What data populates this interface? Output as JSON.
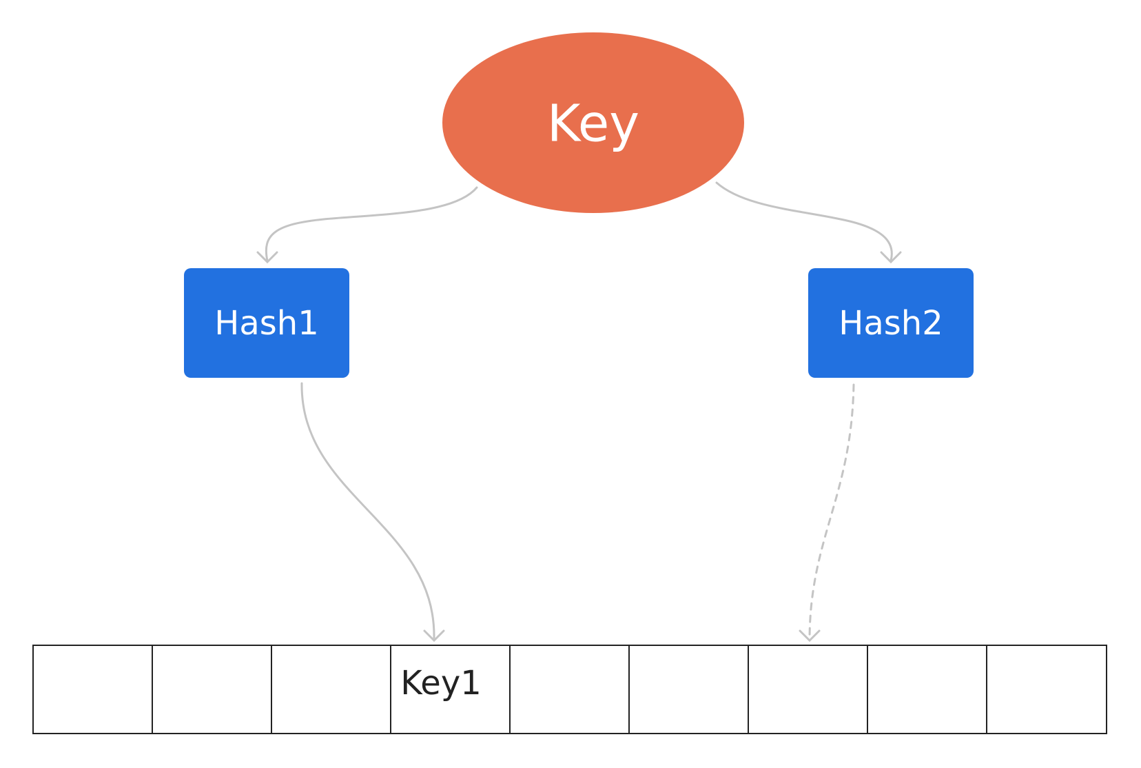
{
  "diagram": {
    "root": {
      "label": "Key",
      "color": "#e86f4d",
      "text_color": "#ffffff"
    },
    "hash_nodes": [
      {
        "label": "Hash1",
        "color": "#2271e0",
        "text_color": "#ffffff"
      },
      {
        "label": "Hash2",
        "color": "#2271e0",
        "text_color": "#ffffff"
      }
    ],
    "array": {
      "cells": [
        "",
        "",
        "",
        "Key1",
        "",
        "",
        "",
        "",
        ""
      ],
      "border_color": "#222222"
    },
    "edges": [
      {
        "from": "Key",
        "to": "Hash1",
        "style": "solid"
      },
      {
        "from": "Key",
        "to": "Hash2",
        "style": "solid"
      },
      {
        "from": "Hash1",
        "to": "cell-4",
        "style": "solid"
      },
      {
        "from": "Hash2",
        "to": "cell-7",
        "style": "dashed"
      }
    ],
    "edge_color": "#c4c4c4"
  }
}
